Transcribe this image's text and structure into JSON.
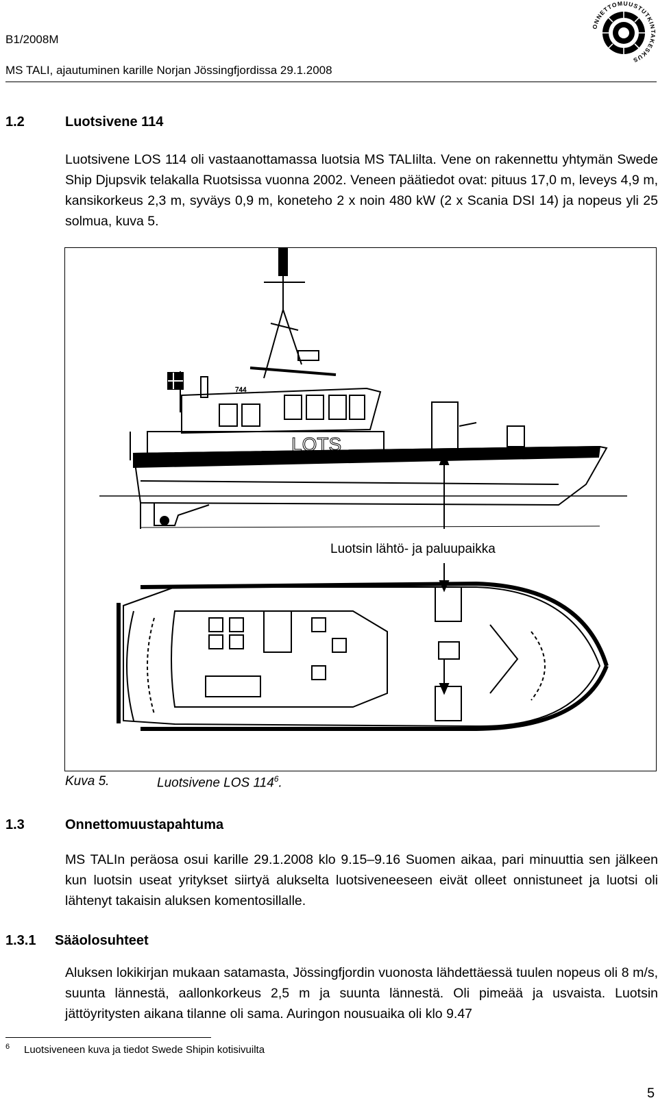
{
  "header": {
    "report_id": "B1/2008M",
    "title": "MS TALI, ajautuminen karille Norjan Jössingfjordissa 29.1.2008",
    "logo_text": "ONNETTOMUUSTUTKINTAKESKUS"
  },
  "section_1_2": {
    "number": "1.2",
    "title": "Luotsivene 114",
    "body": "Luotsivene LOS 114 oli vastaanottamassa luotsia MS TALIilta. Vene on rakennettu yhtymän Swede Ship Djupsvik telakalla Ruotsissa vuonna 2002. Veneen päätiedot ovat: pituus 17,0 m, leveys 4,9 m, kansikorkeus 2,3 m, syväys 0,9 m, koneteho 2 x noin 480 kW (2 x Scania DSI 14) ja nopeus yli 25 solmua, kuva 5."
  },
  "figure": {
    "annotation": "Luotsin lähtö- ja paluupaikka",
    "hull_marking": "LOTS",
    "hull_number": "744",
    "caption_label": "Kuva 5.",
    "caption_text": "Luotsivene LOS 114",
    "caption_sup": "6",
    "caption_end": "."
  },
  "section_1_3": {
    "number": "1.3",
    "title": "Onnettomuustapahtuma",
    "body": "MS TALIn peräosa osui karille 29.1.2008 klo 9.15–9.16 Suomen aikaa, pari minuuttia sen jälkeen kun luotsin useat yritykset siirtyä alukselta luotsiveneeseen eivät olleet onnistuneet ja luotsi oli lähtenyt takaisin aluksen komentosillalle."
  },
  "section_1_3_1": {
    "number": "1.3.1",
    "title": "Sääolosuhteet",
    "body": "Aluksen lokikirjan mukaan satamasta, Jössingfjordin vuonosta lähdettäessä tuulen nopeus oli 8 m/s, suunta lännestä, aallonkorkeus 2,5 m ja suunta lännestä. Oli pimeää ja usvaista. Luotsin jättöyritysten aikana tilanne oli sama. Auringon nousuaika oli klo 9.47"
  },
  "footnote": {
    "number": "6",
    "text": "Luotsiveneen kuva ja tiedot Swede Shipin kotisivuilta"
  },
  "page_number": "5"
}
